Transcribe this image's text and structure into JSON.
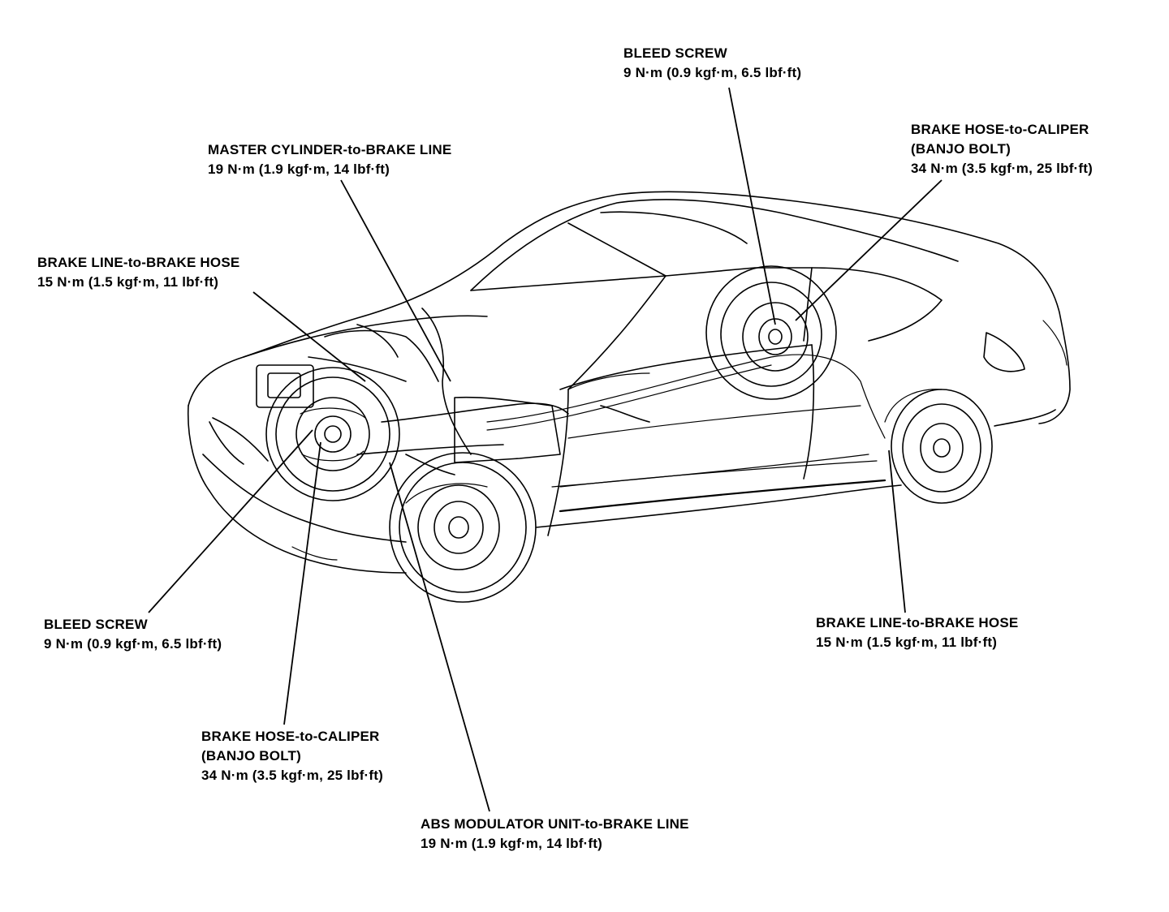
{
  "callouts": {
    "bleed_screw_rear": {
      "name": "BLEED SCREW",
      "torque": "9 N·m (0.9 kgf·m, 6.5 lbf·ft)"
    },
    "brake_hose_to_caliper_rear": {
      "name": "BRAKE HOSE-to-CALIPER",
      "detail": "(BANJO BOLT)",
      "torque": "34 N·m (3.5 kgf·m, 25 lbf·ft)"
    },
    "master_cylinder_to_brake_line": {
      "name": "MASTER CYLINDER-to-BRAKE LINE",
      "torque": "19 N·m (1.9 kgf·m, 14 lbf·ft)"
    },
    "brake_line_to_brake_hose_front": {
      "name": "BRAKE LINE-to-BRAKE HOSE",
      "torque": "15 N·m (1.5 kgf·m, 11 lbf·ft)"
    },
    "bleed_screw_front": {
      "name": "BLEED SCREW",
      "torque": "9 N·m (0.9 kgf·m, 6.5 lbf·ft)"
    },
    "brake_line_to_brake_hose_rear": {
      "name": "BRAKE LINE-to-BRAKE HOSE",
      "torque": "15 N·m (1.5 kgf·m, 11 lbf·ft)"
    },
    "brake_hose_to_caliper_front": {
      "name": "BRAKE HOSE-to-CALIPER",
      "detail": "(BANJO BOLT)",
      "torque": "34 N·m (3.5 kgf·m, 25 lbf·ft)"
    },
    "abs_modulator_to_brake_line": {
      "name": "ABS MODULATOR UNIT-to-BRAKE LINE",
      "torque": "19 N·m (1.9 kgf·m, 14 lbf·ft)"
    }
  },
  "colors": {
    "ink": "#000000",
    "paper": "#ffffff"
  }
}
